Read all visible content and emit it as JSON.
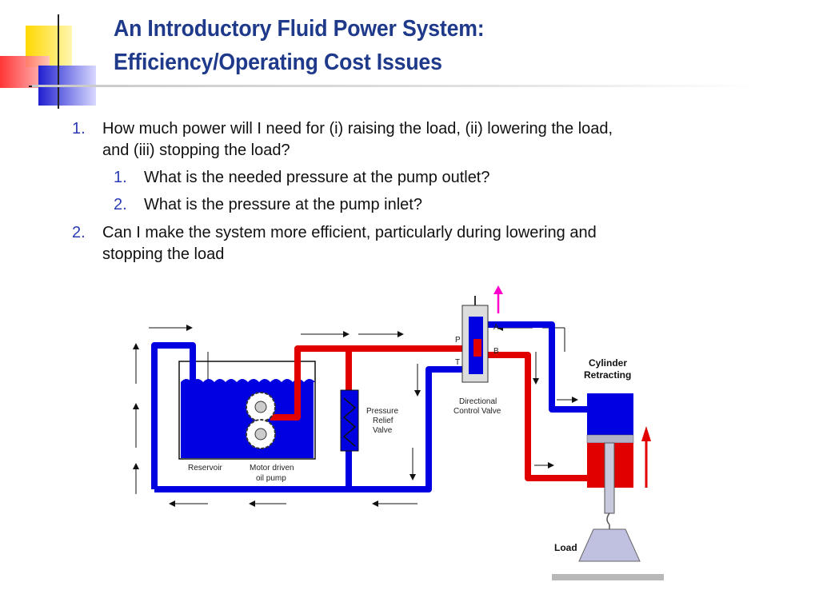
{
  "title": {
    "line1": "An Introductory Fluid Power System:",
    "line2": "Efficiency/Operating Cost Issues"
  },
  "bullets": [
    {
      "number": "1.",
      "text_line1": "How much power will I need for (i) raising the load, (ii) lowering the load,",
      "text_line2": "and (iii) stopping the load?",
      "sub": [
        {
          "number": "1.",
          "text": "What is the needed pressure at the pump outlet?"
        },
        {
          "number": "2.",
          "text": "What is the pressure at the pump inlet?"
        }
      ]
    },
    {
      "number": "2.",
      "text_line1": "Can I make the system more efficient, particularly during lowering and",
      "text_line2": "stopping the load"
    }
  ],
  "diagram": {
    "labels": {
      "reservoir": "Reservoir",
      "pump_line1": "Motor driven",
      "pump_line2": "oil pump",
      "relief_line1": "Pressure",
      "relief_line2": "Relief",
      "relief_line3": "Valve",
      "dcv_line1": "Directional",
      "dcv_line2": "Control Valve",
      "port_p": "P",
      "port_t": "T",
      "port_a": "A",
      "port_b": "B",
      "cylinder_line1": "Cylinder",
      "cylinder_line2": "Retracting",
      "load": "Load"
    },
    "colors": {
      "pressure_line": "#e00000",
      "return_line": "#0000e0",
      "cylinder_rod": "#c8c8dc",
      "load": "#c0c0e0",
      "arrow_magenta": "#ff00cc"
    }
  }
}
